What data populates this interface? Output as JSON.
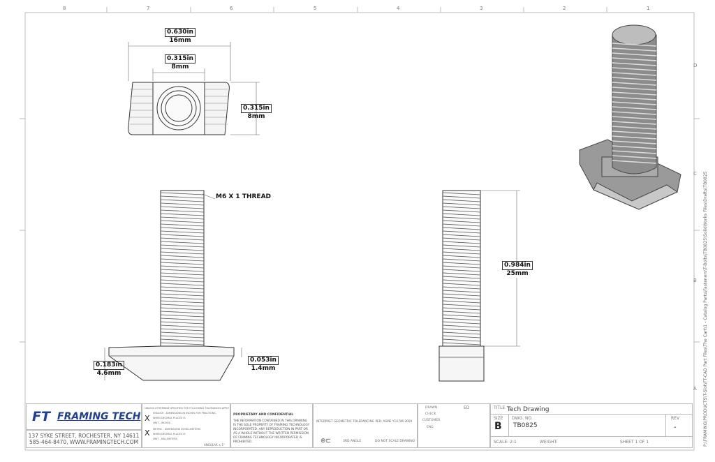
{
  "zones": {
    "top": [
      "8",
      "7",
      "6",
      "5",
      "4",
      "3",
      "2",
      "1"
    ],
    "side": [
      "D",
      "C",
      "B",
      "A"
    ]
  },
  "dimensions": {
    "width_outer": {
      "in": "0.630in",
      "mm": "16mm"
    },
    "width_inner": {
      "in": "0.315in",
      "mm": "8mm"
    },
    "height_top": {
      "in": "0.315in",
      "mm": "8mm"
    },
    "thread_note": "M6 X 1 THREAD",
    "head_height": {
      "in": "0.183in",
      "mm": "4.6mm"
    },
    "head_edge": {
      "in": "0.053in",
      "mm": "1.4mm"
    },
    "thread_length": {
      "in": "0.984in",
      "mm": "25mm"
    }
  },
  "side_path": "P:\\FRAMING\\PRODUCTS\\T-Slot\\FT-CAD Part Files\\The Cart\\1 - Catalog Parts\\Fasteners\\T-Bolts\\TB0825\\SolidWorks Files\\Drafts\\TB0825",
  "title_block": {
    "company": "FRAMING TECH",
    "logo_mark": "FT",
    "address": "137 SYKE STREET, ROCHESTER, NY 14611",
    "contact": "585-464-8470, WWW.FRAMINGTECH.COM",
    "tolerance_header": "UNLESS OTHERWISE SPECIFIED THE FOLLOWING TOLERANCES APPLY",
    "tolerance_english": [
      "ENGLISH - DIMENSIONS IN INCHES FOR FRACTIONS",
      "WHEN DECIMAL PLACES IS",
      "UNIT - INCHES"
    ],
    "tolerance_metric": [
      "METRIC - DIMENSIONS IN MILLIMETERS",
      "WHEN DECIMAL PLACES IS",
      "UNIT - MILLIMETERS"
    ],
    "angular": "ANGULAR ± 1°",
    "check_mark": "X",
    "proprietary_title": "PROPRIETARY AND CONFIDENTIAL",
    "proprietary_text": "THE INFORMATION CONTAINED IN THIS DRAWING IS THE SOLE PROPERTY OF FRAMING TECHNOLOGY INCORPORATED. ANY REPRODUCTION IN PART OR AS A WHOLE WITHOUT THE WRITTEN PERMISSION OF FRAMING TECHNOLOGY INCORPORATED IS PROHIBITED.",
    "interpret": "INTERPRET GEOMETRIC TOLERANCING PER: ASME Y14.5M-2009",
    "projection": "3RD ANGLE",
    "no_scale": "DO NOT SCALE DRAWING",
    "drawn_label": "DRAWN",
    "drawn_value": "ED",
    "check_label": "CHECK",
    "customer_label": "CUSTOMER",
    "eng_label": "ENG",
    "title_label": "TITLE",
    "title_value": "Tech Drawing",
    "size_label": "SIZE",
    "size_value": "B",
    "dwg_label": "DWG. NO.",
    "dwg_value": "TB0825",
    "rev_label": "REV",
    "rev_value": "-",
    "scale": "SCALE: 2:1",
    "weight": "WEIGHT:",
    "sheet": "SHEET 1 OF 1"
  },
  "colors": {
    "brand": "#1f3f8f",
    "line": "#333333"
  }
}
